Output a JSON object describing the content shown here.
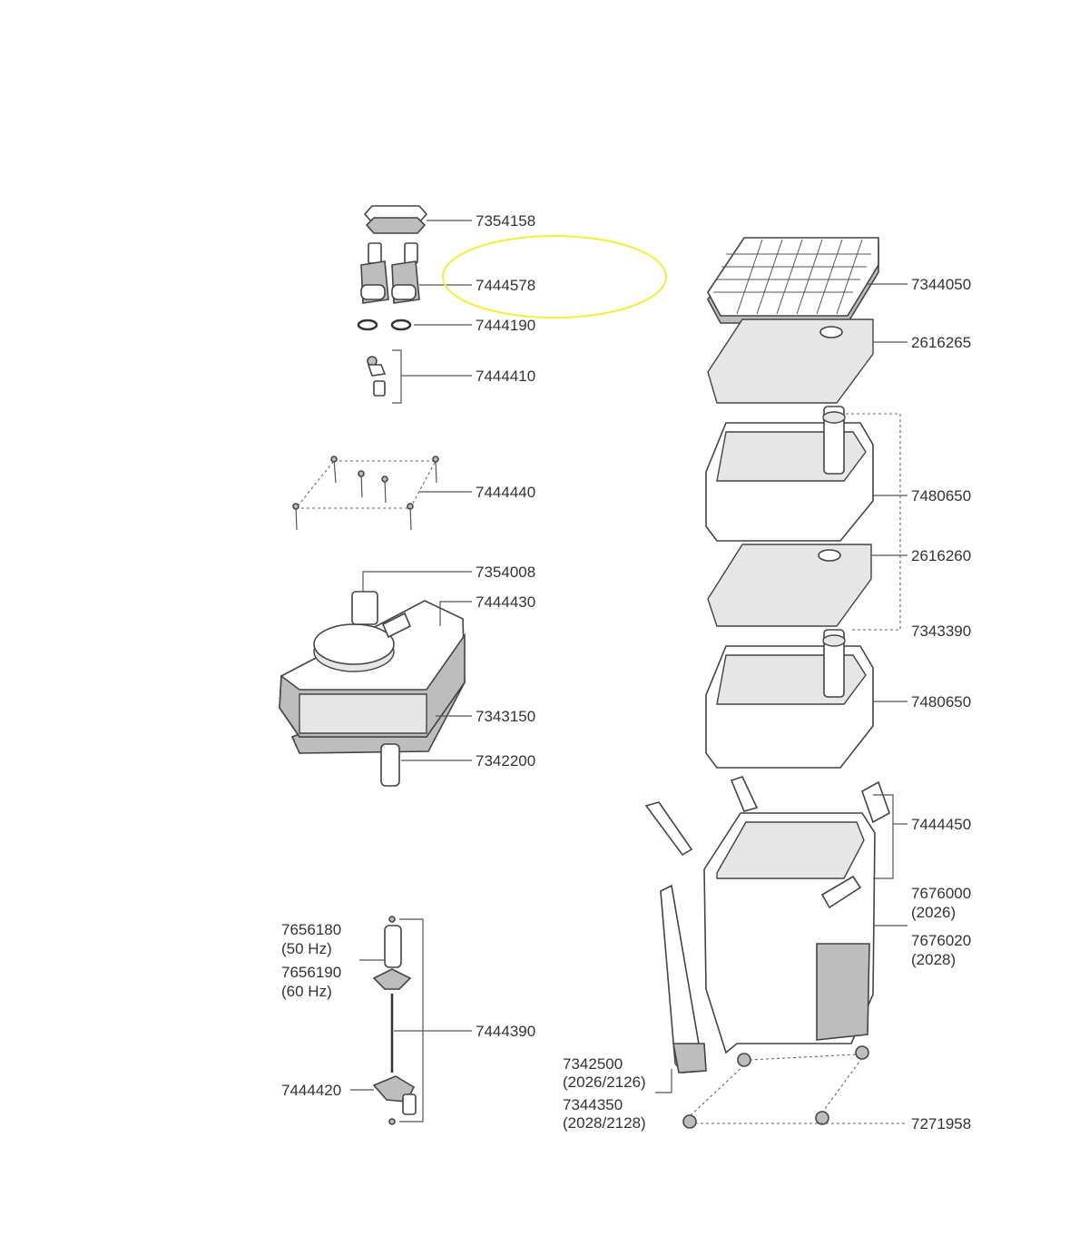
{
  "highlight_color": "#f2ef3a",
  "labels": [
    {
      "id": "p7354158",
      "text": "7354158"
    },
    {
      "id": "p7444578",
      "text": "7444578"
    },
    {
      "id": "p7444190",
      "text": "7444190"
    },
    {
      "id": "p7444410",
      "text": "7444410"
    },
    {
      "id": "p7444440",
      "text": "7444440"
    },
    {
      "id": "p7354008",
      "text": "7354008"
    },
    {
      "id": "p7444430",
      "text": "7444430"
    },
    {
      "id": "p7343150",
      "text": "7343150"
    },
    {
      "id": "p7342200",
      "text": "7342200"
    },
    {
      "id": "p7656180",
      "text": "7656180"
    },
    {
      "id": "p7656180b",
      "text": "(50 Hz)"
    },
    {
      "id": "p7656190",
      "text": "7656190"
    },
    {
      "id": "p7656190b",
      "text": "(60 Hz)"
    },
    {
      "id": "p7444390",
      "text": "7444390"
    },
    {
      "id": "p7444420",
      "text": "7444420"
    },
    {
      "id": "p7344050",
      "text": "7344050"
    },
    {
      "id": "p2616265",
      "text": "2616265"
    },
    {
      "id": "p7480650a",
      "text": "7480650"
    },
    {
      "id": "p2616260",
      "text": "2616260"
    },
    {
      "id": "p7343390",
      "text": "7343390"
    },
    {
      "id": "p7480650b",
      "text": "7480650"
    },
    {
      "id": "p7444450",
      "text": "7444450"
    },
    {
      "id": "p7676000",
      "text": "7676000"
    },
    {
      "id": "p7676000b",
      "text": "(2026)"
    },
    {
      "id": "p7676020",
      "text": "7676020"
    },
    {
      "id": "p7676020b",
      "text": "(2028)"
    },
    {
      "id": "p7342500",
      "text": "7342500"
    },
    {
      "id": "p7342500b",
      "text": "(2026/2126)"
    },
    {
      "id": "p7344350",
      "text": "7344350"
    },
    {
      "id": "p7344350b",
      "text": "(2028/2128)"
    },
    {
      "id": "p7271958",
      "text": "7271958"
    }
  ]
}
